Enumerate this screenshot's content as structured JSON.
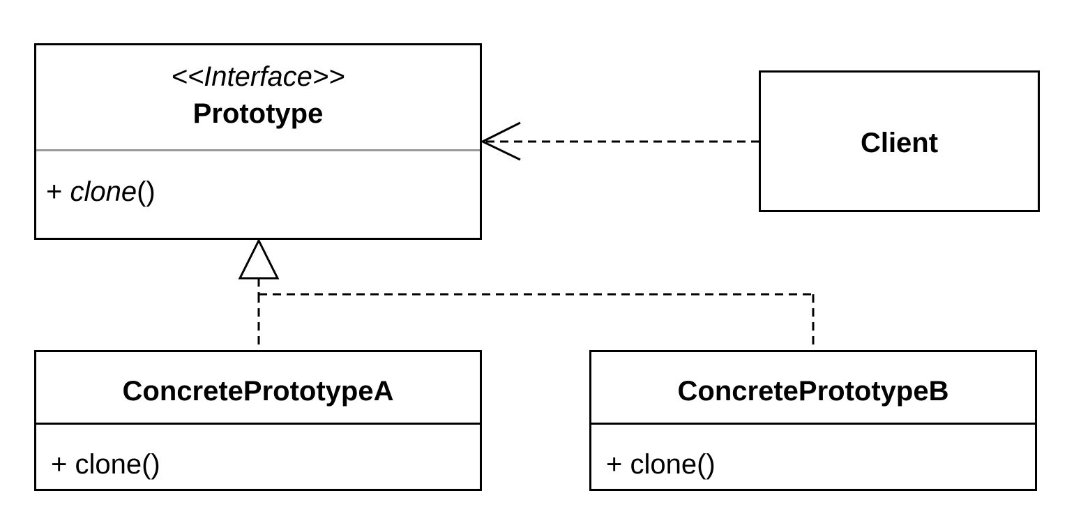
{
  "prototype": {
    "stereotype": "<<Interface>>",
    "name": "Prototype",
    "method_prefix": "+ ",
    "method_name": "clone",
    "method_suffix": "()"
  },
  "client": {
    "name": "Client"
  },
  "concrete_a": {
    "name": "ConcretePrototypeA",
    "method": "+ clone()"
  },
  "concrete_b": {
    "name": "ConcretePrototypeB",
    "method": "+ clone()"
  },
  "relationships": [
    {
      "from": "Client",
      "to": "Prototype",
      "kind": "dependency"
    },
    {
      "from": "ConcretePrototypeA",
      "to": "Prototype",
      "kind": "realization"
    },
    {
      "from": "ConcretePrototypeB",
      "to": "Prototype",
      "kind": "realization"
    }
  ],
  "colors": {
    "stroke": "#000000",
    "separator": "#999999",
    "background": "#ffffff"
  }
}
